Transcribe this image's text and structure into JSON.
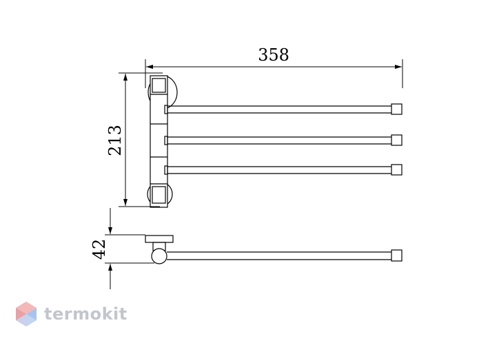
{
  "drawing": {
    "dimensions": {
      "width": "358",
      "height": "213",
      "depth": "42"
    }
  },
  "watermark": {
    "brand": "termokit",
    "colors": {
      "hex_top": "#f3b8b8",
      "hex_left": "#e9a0a6",
      "hex_right": "#a9c4ec",
      "hex_bottom": "#c7d6f2",
      "text": "#c2c6cc"
    }
  },
  "colors": {
    "line": "#000000",
    "background": "#ffffff"
  }
}
